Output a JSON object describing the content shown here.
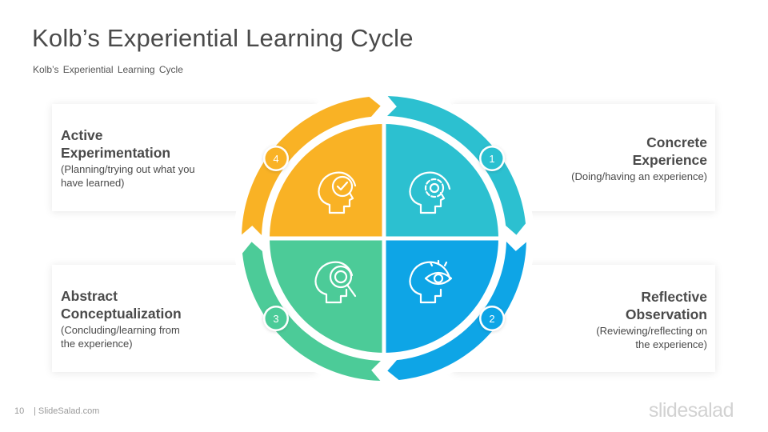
{
  "header": {
    "title": "Kolb’s Experiential Learning Cycle",
    "subtitle": "Kolb’s Experiential Learning Cycle"
  },
  "stages": [
    {
      "number": "1",
      "title_line1": "Concrete",
      "title_line2": "Experience",
      "desc_line1": "(Doing/having an experience)",
      "desc_line2": "",
      "color": "#2cc0d0",
      "icon": "head-gear-icon"
    },
    {
      "number": "2",
      "title_line1": "Reflective",
      "title_line2": "Observation",
      "desc_line1": "(Reviewing/reflecting on",
      "desc_line2": "the experience)",
      "color": "#0ea5e6",
      "icon": "head-eye-icon"
    },
    {
      "number": "3",
      "title_line1": "Abstract",
      "title_line2": "Conceptualization",
      "desc_line1": "(Concluding/learning from",
      "desc_line2": "the experience)",
      "color": "#4ccb98",
      "icon": "head-magnifier-icon"
    },
    {
      "number": "4",
      "title_line1": "Active",
      "title_line2": "Experimentation",
      "desc_line1": "(Planning/trying out what you",
      "desc_line2": "have learned)",
      "color": "#f9b225",
      "icon": "head-check-icon"
    }
  ],
  "footer": {
    "page_number": "10",
    "source": "| SlideSalad.com",
    "logo": "slidesalad"
  }
}
